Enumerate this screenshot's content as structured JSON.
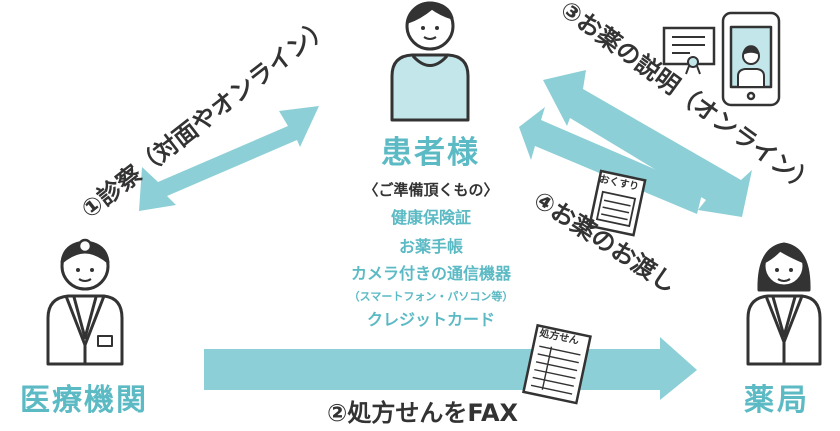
{
  "nodes": {
    "patient": "患者様",
    "clinic": "医療機関",
    "pharmacy": "薬局"
  },
  "steps": {
    "step1": "①診察（対面やオンライン）",
    "step2": "②処方せんをFAX",
    "step3": "③お薬の説明（オンライン）",
    "step4": "④お薬のお渡し"
  },
  "items": {
    "heading": "〈ご準備頂くもの〉",
    "list": [
      "健康保険証",
      "お薬手帳",
      "カメラ付きの通信機器",
      "（スマートフォン・パソコン等）",
      "クレジットカード"
    ]
  },
  "docs": {
    "prescription": "処方せん",
    "medicine_bag": "おくすり"
  },
  "colors": {
    "accent": "#5bbac4",
    "arrow": "#8ccfd6",
    "figure_fill": "#c2e6ea",
    "ink": "#333333"
  }
}
